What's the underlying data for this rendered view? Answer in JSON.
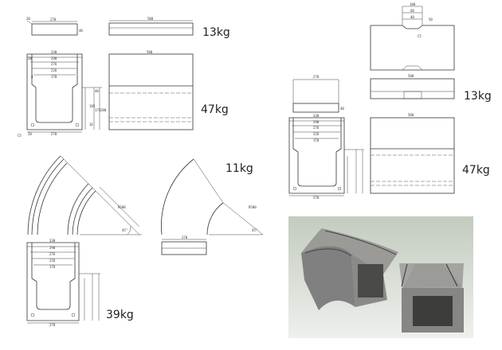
{
  "weights": {
    "lid_straight_left": "13kg",
    "channel_left": "47kg",
    "lid_curve": "11kg",
    "channel_curve": "39kg",
    "lid_right": "13kg",
    "channel_right": "47kg"
  },
  "dims": {
    "lid_width": "270",
    "lid_chamfer": "20",
    "lid_height": "40",
    "lid_length": "500",
    "ch_outer": "330",
    "ch_290": "290",
    "ch_276": "276",
    "ch_226": "226",
    "ch_170": "170",
    "ch_4": "4",
    "ch_20": "20",
    "ch_h40": "40",
    "ch_185": "185",
    "ch_175": "175",
    "ch_280": "280",
    "ch_16": "16",
    "ch_bottom_20": "20",
    "ch_bottom_270": "270",
    "ch_c": "C5",
    "ch_len": "500",
    "curve_radius": "R500",
    "curve_angle": "45°",
    "curve_radius_lid": "R500",
    "plan_100": "100",
    "plan_60": "60",
    "plan_40": "40",
    "plan_50": "50",
    "plan_c5": "C5",
    "plan_len": "500"
  },
  "colors": {
    "line": "#333333",
    "photo_bg": "#c9cfc6",
    "concrete": "#8a8a86"
  }
}
